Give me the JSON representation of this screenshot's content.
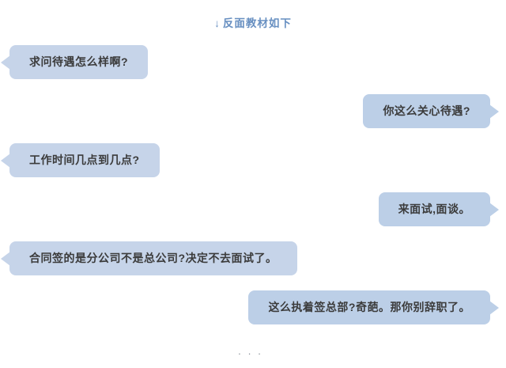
{
  "header": {
    "icon": "↓",
    "title": "反面教材如下"
  },
  "messages": [
    {
      "side": "left",
      "text": "求问待遇怎么样啊?"
    },
    {
      "side": "right",
      "text": "你这么关心待遇?"
    },
    {
      "side": "left",
      "text": "工作时间几点到几点?"
    },
    {
      "side": "right",
      "text": "来面试,面谈。"
    },
    {
      "side": "left",
      "text": "合同签的是分公司不是总公司?决定不去面试了。"
    },
    {
      "side": "right",
      "text": "这么执着签总部?奇葩。那你别辞职了。"
    }
  ],
  "footer": {
    "more_indicator": "..."
  },
  "colors": {
    "left_bubble": "#c6d4e9",
    "right_bubble": "#bccfe7",
    "header_text": "#678fc1",
    "bubble_text": "#3b3b3b",
    "more_dots": "#8a8f98"
  }
}
